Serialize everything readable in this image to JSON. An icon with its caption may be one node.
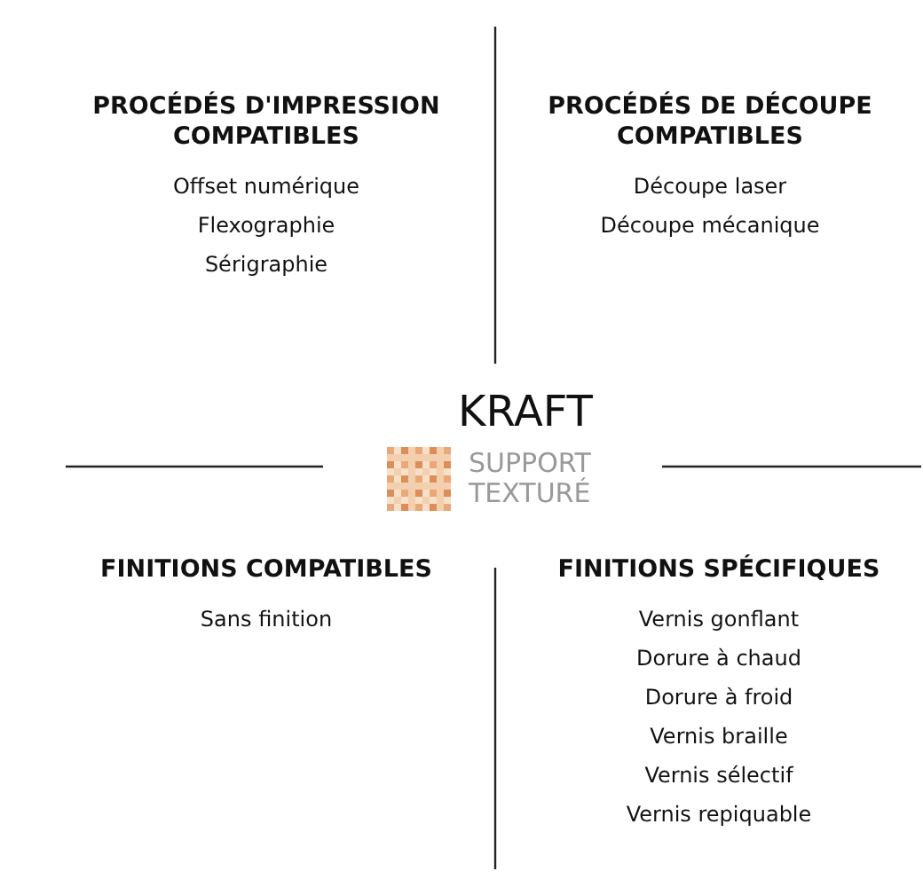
{
  "diagram": {
    "nodes": [
      {
        "text": [
          "PROCÉDÉS D'IMPRESSION COMPATIBLES",
          "Offset numérique",
          "Flexographie",
          "Sérigraphie"
        ]
      },
      {
        "text": [
          "PROCÉDÉS DE DÉCOUPE COMPATIBLES",
          "Découpe laser",
          "Découpe mécanique"
        ]
      },
      {
        "text": [
          "KRAFT",
          "SUPPORT TEXTURÉ"
        ]
      },
      {
        "text": [
          "FINITIONS COMPATIBLES",
          "Sans finition"
        ]
      },
      {
        "text": [
          "FINITIONS SPÉCIFIQUES",
          "Vernis gonflant",
          "Dorure à chaud",
          "Dorure à froid",
          "Vernis braille",
          "Vernis sélectif",
          "Vernis repiquable"
        ]
      }
    ]
  }
}
